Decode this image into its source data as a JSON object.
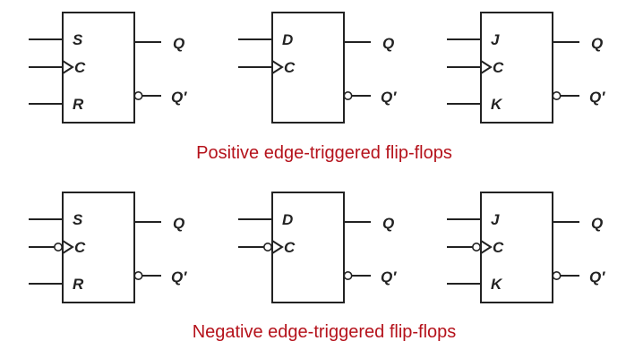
{
  "colors": {
    "caption": "#b5121b",
    "ink": "#222222"
  },
  "captions": {
    "positive": "Positive edge-triggered flip-flops",
    "negative": "Negative edge-triggered flip-flops"
  },
  "rows": [
    {
      "id": "positive",
      "clock_inverted": false,
      "flipflops": [
        {
          "id": "sr",
          "top": "S",
          "clock": "C",
          "bottom": "R",
          "q": "Q",
          "qbar": "Q′"
        },
        {
          "id": "d",
          "top": "D",
          "clock": "C",
          "bottom": "",
          "q": "Q",
          "qbar": "Q′"
        },
        {
          "id": "jk",
          "top": "J",
          "clock": "C",
          "bottom": "K",
          "q": "Q",
          "qbar": "Q′"
        }
      ]
    },
    {
      "id": "negative",
      "clock_inverted": true,
      "flipflops": [
        {
          "id": "sr",
          "top": "S",
          "clock": "C",
          "bottom": "R",
          "q": "Q",
          "qbar": "Q′"
        },
        {
          "id": "d",
          "top": "D",
          "clock": "C",
          "bottom": "",
          "q": "Q",
          "qbar": "Q′"
        },
        {
          "id": "jk",
          "top": "J",
          "clock": "C",
          "bottom": "K",
          "q": "Q",
          "qbar": "Q′"
        }
      ]
    }
  ]
}
